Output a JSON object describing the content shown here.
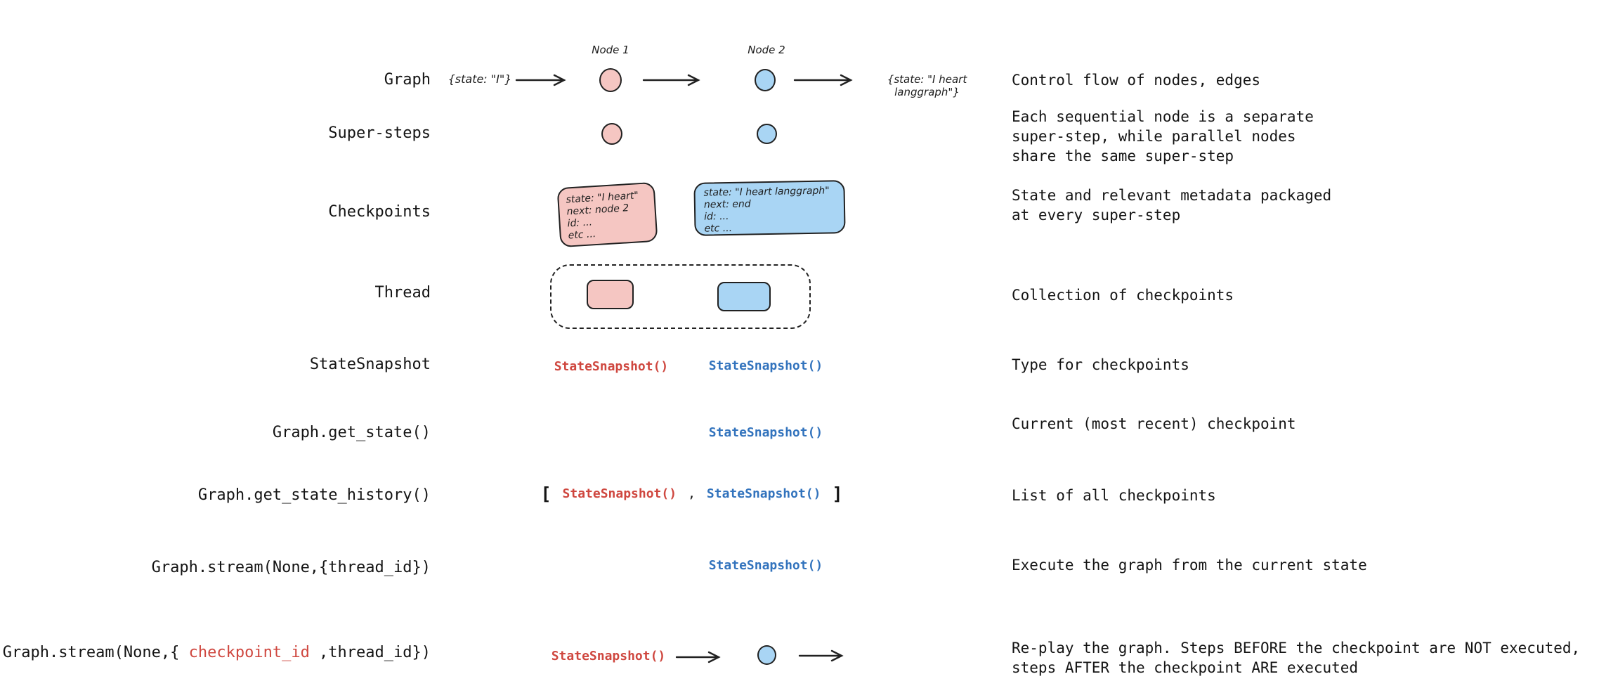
{
  "palette": {
    "pink_fill": "#f5c6c2",
    "blue_fill": "#a9d5f4",
    "stroke": "#212121",
    "ink": "#141414",
    "red": "#cf473f",
    "blue": "#3273bd"
  },
  "rows": {
    "graph": {
      "label": "Graph",
      "input_state": "{state: \"I\"}",
      "node1": "Node 1",
      "node2": "Node 2",
      "output_state": "{state: \"I heart langgraph\"}",
      "desc": "Control flow of nodes, edges"
    },
    "super_steps": {
      "label": "Super-steps",
      "desc": "Each sequential node is a separate\nsuper-step, while parallel nodes\nshare the same super-step"
    },
    "checkpoints": {
      "label": "Checkpoints",
      "pink_box": "state: \"I heart\"\nnext: node 2\nid: ...\netc ...",
      "blue_box": "state: \"I heart langgraph\"\nnext: end\nid: ...\netc ...",
      "desc": "State and relevant metadata packaged\nat every super-step"
    },
    "thread": {
      "label": "Thread",
      "desc": "Collection of checkpoints"
    },
    "state_snapshot": {
      "label": "StateSnapshot",
      "red_snapshot": "StateSnapshot()",
      "blue_snapshot": "StateSnapshot()",
      "desc": "Type for checkpoints"
    },
    "get_state": {
      "label": "Graph.get_state()",
      "blue_snapshot": "StateSnapshot()",
      "desc": "Current (most recent) checkpoint"
    },
    "get_state_history": {
      "label": "Graph.get_state_history()",
      "bracket_open": "[",
      "red_snapshot": "StateSnapshot()",
      "comma": ",",
      "blue_snapshot": "StateSnapshot()",
      "bracket_close": "]",
      "desc": "List of all checkpoints"
    },
    "stream_thread": {
      "label": "Graph.stream(None,{thread_id})",
      "blue_snapshot": "StateSnapshot()",
      "desc": "Execute the graph from the current state"
    },
    "stream_checkpoint": {
      "label_pre": "Graph.stream(None,{ ",
      "label_red": "checkpoint_id",
      "label_post": " ,thread_id})",
      "red_snapshot": "StateSnapshot()",
      "desc": "Re-play the graph. Steps BEFORE the checkpoint are NOT executed,\nsteps AFTER the checkpoint ARE executed"
    }
  }
}
